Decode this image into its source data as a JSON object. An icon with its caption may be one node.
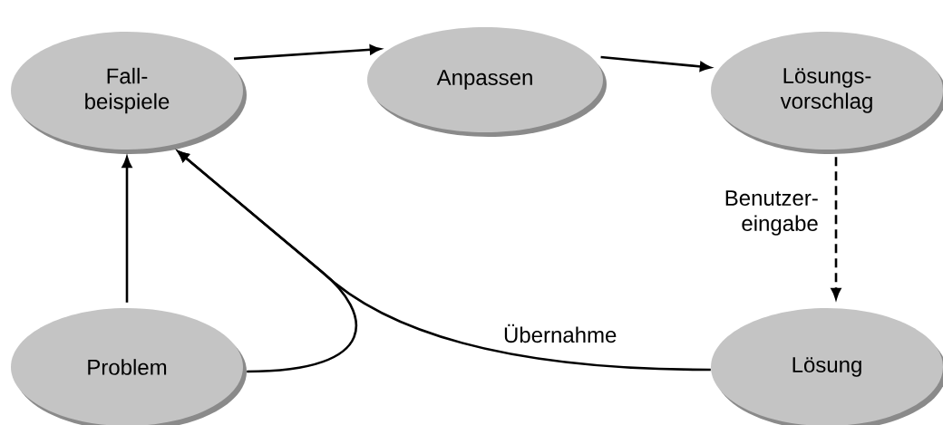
{
  "diagram": {
    "nodes": [
      {
        "text": [
          "Fall- beispiele"
        ]
      },
      {
        "text": [
          "Anpassen"
        ]
      },
      {
        "text": [
          "Lösungs- vorschlag"
        ]
      },
      {
        "text": [
          "Problem"
        ]
      },
      {
        "text": [
          "Lösung"
        ]
      }
    ],
    "edges": [
      {
        "from": 0,
        "to": 1,
        "arrow": "to"
      },
      {
        "from": 1,
        "to": 2,
        "arrow": "to"
      },
      {
        "from": 2,
        "to": 4,
        "arrow": "to",
        "style": "dashed",
        "label": "Benutzer- eingabe"
      },
      {
        "from": 3,
        "to": 0,
        "arrow": "to"
      },
      {
        "from": 3,
        "to": 0,
        "arrow": "to"
      },
      {
        "from": 4,
        "to": 0,
        "arrow": "to",
        "label": "Übernahme"
      }
    ]
  }
}
